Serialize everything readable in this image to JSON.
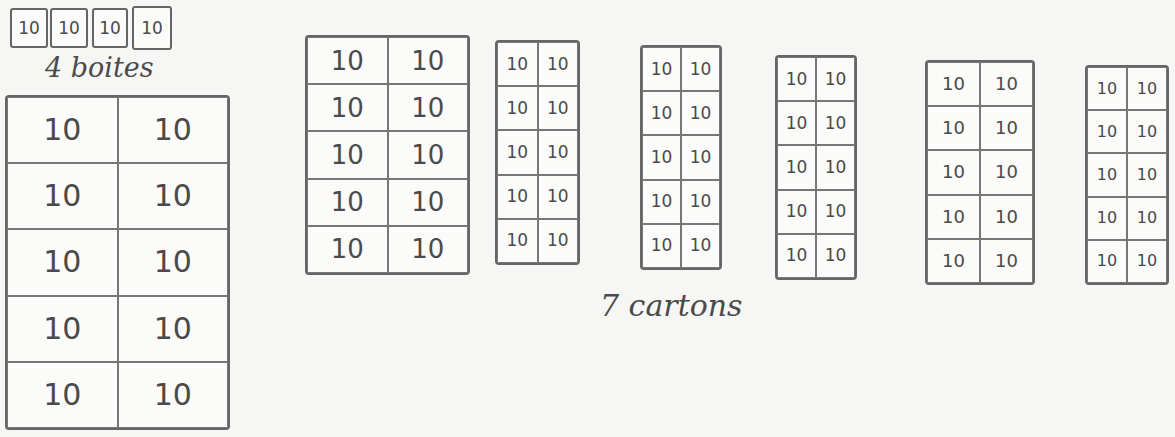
{
  "diagram": {
    "nodes": [
      {
        "text": [
          "10"
        ]
      },
      {
        "text": [
          "10"
        ]
      },
      {
        "text": [
          "10"
        ]
      },
      {
        "text": [
          "10"
        ]
      },
      {
        "text": []
      },
      {
        "text": [
          "10"
        ],
        "in": 4
      },
      {
        "text": [
          "10"
        ],
        "in": 4
      },
      {
        "text": [
          "10"
        ],
        "in": 4
      },
      {
        "text": [
          "10"
        ],
        "in": 4
      },
      {
        "text": [
          "10"
        ],
        "in": 4
      },
      {
        "text": [
          "10"
        ],
        "in": 4
      },
      {
        "text": [
          "10"
        ],
        "in": 4
      },
      {
        "text": [
          "10"
        ],
        "in": 4
      },
      {
        "text": [
          "10"
        ],
        "in": 4
      },
      {
        "text": [
          "10"
        ],
        "in": 4
      },
      {
        "text": []
      },
      {
        "text": [
          "10"
        ],
        "in": 15
      },
      {
        "text": [
          "10"
        ],
        "in": 15
      },
      {
        "text": [
          "10"
        ],
        "in": 15
      },
      {
        "text": [
          "10"
        ],
        "in": 15
      },
      {
        "text": [
          "10"
        ],
        "in": 15
      },
      {
        "text": [
          "10"
        ],
        "in": 15
      },
      {
        "text": [
          "10"
        ],
        "in": 15
      },
      {
        "text": [
          "10"
        ],
        "in": 15
      },
      {
        "text": [
          "10"
        ],
        "in": 15
      },
      {
        "text": [
          "10"
        ],
        "in": 15
      },
      {
        "text": []
      },
      {
        "text": [
          "10"
        ],
        "in": 26
      },
      {
        "text": [
          "10"
        ],
        "in": 26
      },
      {
        "text": [
          "10"
        ],
        "in": 26
      },
      {
        "text": [
          "10"
        ],
        "in": 26
      },
      {
        "text": [
          "10"
        ],
        "in": 26
      },
      {
        "text": [
          "10"
        ],
        "in": 26
      },
      {
        "text": [
          "10"
        ],
        "in": 26
      },
      {
        "text": [
          "10"
        ],
        "in": 26
      },
      {
        "text": [
          "10"
        ],
        "in": 26
      },
      {
        "text": [
          "10"
        ],
        "in": 26
      },
      {
        "text": []
      },
      {
        "text": [
          "10"
        ],
        "in": 37
      },
      {
        "text": [
          "10"
        ],
        "in": 37
      },
      {
        "text": [
          "10"
        ],
        "in": 37
      },
      {
        "text": [
          "10"
        ],
        "in": 37
      },
      {
        "text": [
          "10"
        ],
        "in": 37
      },
      {
        "text": [
          "10"
        ],
        "in": 37
      },
      {
        "text": [
          "10"
        ],
        "in": 37
      },
      {
        "text": [
          "10"
        ],
        "in": 37
      },
      {
        "text": [
          "10"
        ],
        "in": 37
      },
      {
        "text": [
          "10"
        ],
        "in": 37
      },
      {
        "text": []
      },
      {
        "text": [
          "10"
        ],
        "in": 48
      },
      {
        "text": [
          "10"
        ],
        "in": 48
      },
      {
        "text": [
          "10"
        ],
        "in": 48
      },
      {
        "text": [
          "10"
        ],
        "in": 48
      },
      {
        "text": [
          "10"
        ],
        "in": 48
      },
      {
        "text": [
          "10"
        ],
        "in": 48
      },
      {
        "text": [
          "10"
        ],
        "in": 48
      },
      {
        "text": [
          "10"
        ],
        "in": 48
      },
      {
        "text": [
          "10"
        ],
        "in": 48
      },
      {
        "text": [
          "10"
        ],
        "in": 48
      },
      {
        "text": []
      },
      {
        "text": [
          "10"
        ],
        "in": 59
      },
      {
        "text": [
          "10"
        ],
        "in": 59
      },
      {
        "text": [
          "10"
        ],
        "in": 59
      },
      {
        "text": [
          "10"
        ],
        "in": 59
      },
      {
        "text": [
          "10"
        ],
        "in": 59
      },
      {
        "text": [
          "10"
        ],
        "in": 59
      },
      {
        "text": [
          "10"
        ],
        "in": 59
      },
      {
        "text": [
          "10"
        ],
        "in": 59
      },
      {
        "text": [
          "10"
        ],
        "in": 59
      },
      {
        "text": [
          "10"
        ],
        "in": 59
      },
      {
        "text": []
      },
      {
        "text": [
          "10"
        ],
        "in": 70
      },
      {
        "text": [
          "10"
        ],
        "in": 70
      },
      {
        "text": [
          "10"
        ],
        "in": 70
      },
      {
        "text": [
          "10"
        ],
        "in": 70
      },
      {
        "text": [
          "10"
        ],
        "in": 70
      },
      {
        "text": [
          "10"
        ],
        "in": 70
      },
      {
        "text": [
          "10"
        ],
        "in": 70
      },
      {
        "text": [
          "10"
        ],
        "in": 70
      },
      {
        "text": [
          "10"
        ],
        "in": 70
      },
      {
        "text": [
          "10"
        ],
        "in": 70
      }
    ],
    "labels": [
      "4 boites",
      "7 cartons"
    ]
  }
}
